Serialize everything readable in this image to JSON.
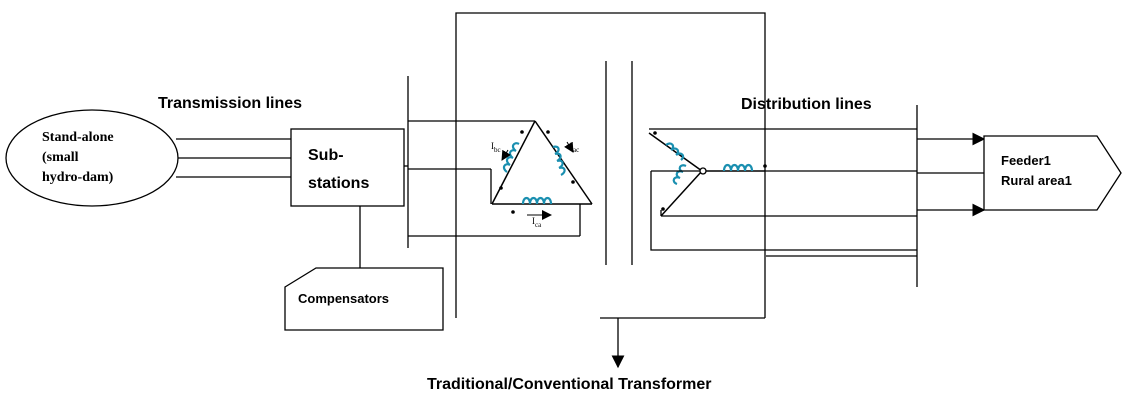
{
  "diagram": {
    "source": {
      "lines": [
        "Stand-alone",
        "(small",
        "hydro-dam)"
      ]
    },
    "transmission_label": "Transmission lines",
    "substation": {
      "lines": [
        "Sub-",
        "stations"
      ]
    },
    "compensators_label": "Compensators",
    "distribution_label": "Distribution lines",
    "feeder": {
      "lines": [
        "Feeder1",
        "Rural area1"
      ]
    },
    "transformer_label": "Traditional/Conventional Transformer",
    "currents": {
      "ibc": "I",
      "ibc_sub": "bc",
      "iac": "I",
      "iac_sub": "ac",
      "ica": "I",
      "ica_sub": "ca"
    }
  }
}
